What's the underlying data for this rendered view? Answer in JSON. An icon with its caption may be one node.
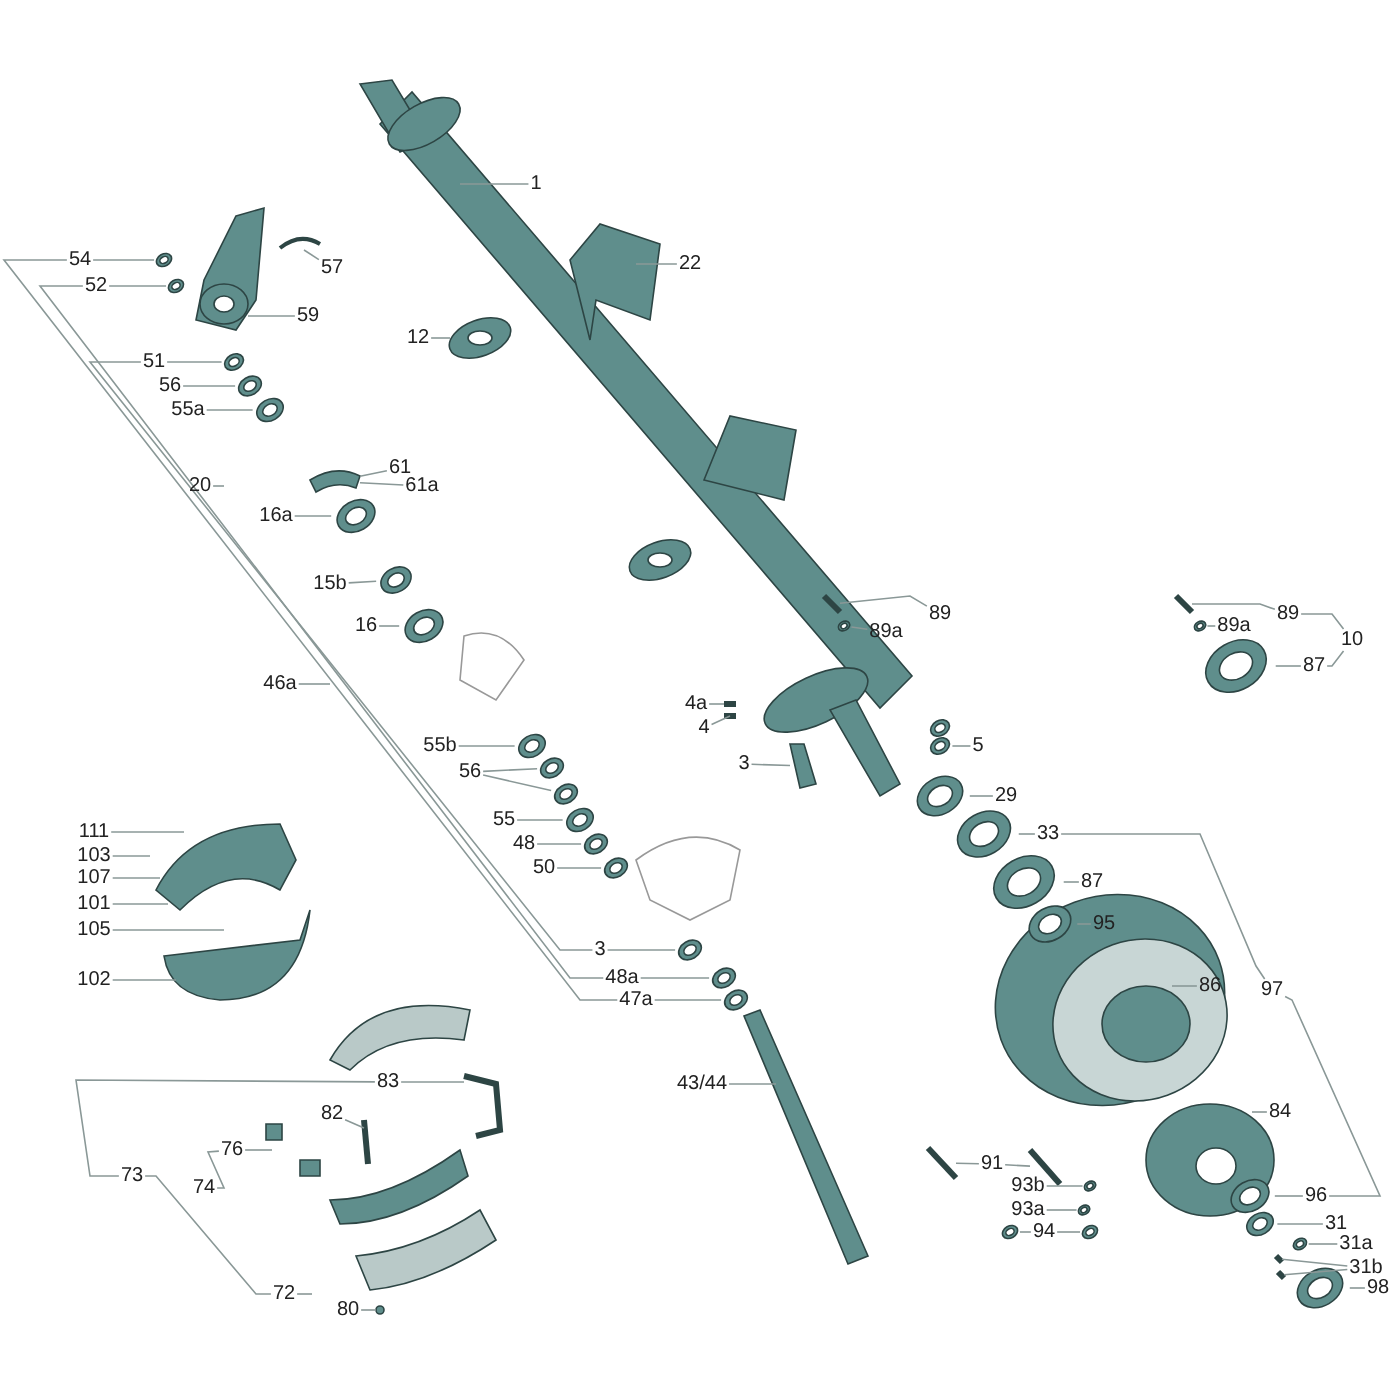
{
  "diagram": {
    "nodes": [
      {
        "text": [
          "1"
        ]
      },
      {
        "text": [
          "22"
        ]
      },
      {
        "text": [
          "12"
        ]
      },
      {
        "text": [
          "54"
        ]
      },
      {
        "text": [
          "52"
        ]
      },
      {
        "text": [
          "57"
        ]
      },
      {
        "text": [
          "59"
        ]
      },
      {
        "text": [
          "51"
        ]
      },
      {
        "text": [
          "56"
        ]
      },
      {
        "text": [
          "55a"
        ]
      },
      {
        "text": [
          "61"
        ]
      },
      {
        "text": [
          "61a"
        ]
      },
      {
        "text": [
          "20"
        ]
      },
      {
        "text": [
          "16a"
        ]
      },
      {
        "text": [
          "15b"
        ]
      },
      {
        "text": [
          "16"
        ]
      },
      {
        "text": [
          "46a"
        ]
      },
      {
        "text": [
          "89"
        ]
      },
      {
        "text": [
          "89a"
        ]
      },
      {
        "text": [
          "89"
        ]
      },
      {
        "text": [
          "89a"
        ]
      },
      {
        "text": [
          "10"
        ]
      },
      {
        "text": [
          "87"
        ]
      },
      {
        "text": [
          "4a"
        ]
      },
      {
        "text": [
          "4"
        ]
      },
      {
        "text": [
          "3"
        ]
      },
      {
        "text": [
          "5"
        ]
      },
      {
        "text": [
          "55b"
        ]
      },
      {
        "text": [
          "56"
        ]
      },
      {
        "text": [
          "55"
        ]
      },
      {
        "text": [
          "48"
        ]
      },
      {
        "text": [
          "50"
        ]
      },
      {
        "text": [
          "29"
        ]
      },
      {
        "text": [
          "33"
        ]
      },
      {
        "text": [
          "87"
        ]
      },
      {
        "text": [
          "95"
        ]
      },
      {
        "text": [
          "3"
        ]
      },
      {
        "text": [
          "48a"
        ]
      },
      {
        "text": [
          "47a"
        ]
      },
      {
        "text": [
          "86"
        ]
      },
      {
        "text": [
          "97"
        ]
      },
      {
        "text": [
          "111"
        ]
      },
      {
        "text": [
          "103"
        ]
      },
      {
        "text": [
          "107"
        ]
      },
      {
        "text": [
          "101"
        ]
      },
      {
        "text": [
          "105"
        ]
      },
      {
        "text": [
          "102"
        ]
      },
      {
        "text": [
          "83"
        ]
      },
      {
        "text": [
          "43/44"
        ]
      },
      {
        "text": [
          "82"
        ]
      },
      {
        "text": [
          "84"
        ]
      },
      {
        "text": [
          "76"
        ]
      },
      {
        "text": [
          "73"
        ]
      },
      {
        "text": [
          "74"
        ]
      },
      {
        "text": [
          "91"
        ]
      },
      {
        "text": [
          "93b"
        ]
      },
      {
        "text": [
          "93a"
        ]
      },
      {
        "text": [
          "94"
        ]
      },
      {
        "text": [
          "96"
        ]
      },
      {
        "text": [
          "31"
        ]
      },
      {
        "text": [
          "31a"
        ]
      },
      {
        "text": [
          "31b"
        ]
      },
      {
        "text": [
          "98"
        ]
      },
      {
        "text": [
          "72"
        ]
      },
      {
        "text": [
          "80"
        ]
      },
      {
        "text": [],
        "shape": "ring"
      },
      {
        "text": [],
        "shape": "ring"
      },
      {
        "text": [],
        "shape": "ring"
      },
      {
        "text": [],
        "shape": "ring"
      },
      {
        "text": [],
        "shape": "ring"
      },
      {
        "text": [],
        "shape": "ring"
      },
      {
        "text": [],
        "shape": "ring"
      },
      {
        "text": [],
        "shape": "ring"
      },
      {
        "text": [],
        "shape": "ring"
      },
      {
        "text": [],
        "shape": "ring"
      },
      {
        "text": [],
        "shape": "ring"
      },
      {
        "text": [],
        "shape": "ring"
      },
      {
        "text": [],
        "shape": "ring"
      },
      {
        "text": [],
        "shape": "ring"
      },
      {
        "text": [],
        "shape": "ring"
      },
      {
        "text": [],
        "shape": "ring"
      },
      {
        "text": [],
        "shape": "ring"
      },
      {
        "text": [],
        "shape": "ring"
      },
      {
        "text": [],
        "shape": "ring"
      },
      {
        "text": [],
        "shape": "ring"
      },
      {
        "text": [],
        "shape": "ring"
      },
      {
        "text": [],
        "shape": "ring"
      },
      {
        "text": [],
        "shape": "ring"
      },
      {
        "text": [],
        "shape": "ring"
      },
      {
        "text": [],
        "shape": "ring"
      },
      {
        "text": [],
        "shape": "ring"
      },
      {
        "text": [],
        "shape": "ring"
      },
      {
        "text": [],
        "shape": "ring"
      },
      {
        "text": [],
        "shape": "ring"
      },
      {
        "text": [],
        "shape": "ring"
      },
      {
        "text": [],
        "shape": "ring"
      },
      {
        "text": [],
        "shape": "ring"
      },
      {
        "text": [],
        "shape": "ring"
      },
      {
        "text": [],
        "shape": "ring"
      },
      {
        "text": [],
        "shape": "bolt"
      },
      {
        "text": [],
        "shape": "bolt"
      },
      {
        "text": [],
        "shape": "bolt"
      },
      {
        "text": [],
        "shape": "bolt"
      },
      {
        "text": [],
        "shape": "cylinder"
      },
      {
        "text": [],
        "shape": "bolt"
      },
      {
        "text": [],
        "shape": "bolt"
      },
      {
        "text": [],
        "shape": "clip"
      },
      {
        "text": [],
        "shape": "pin"
      },
      {
        "text": [],
        "shape": "pin"
      }
    ],
    "edges": [
      {
        "from": 0,
        "to": null,
        "arrow": "none"
      },
      {
        "from": 1,
        "to": null,
        "arrow": "none"
      },
      {
        "from": 2,
        "to": null,
        "arrow": "none"
      },
      {
        "from": 3,
        "to": 65,
        "arrow": "none"
      },
      {
        "from": 4,
        "to": 66,
        "arrow": "none"
      },
      {
        "from": 5,
        "to": null,
        "arrow": "none"
      },
      {
        "from": 6,
        "to": null,
        "arrow": "none"
      },
      {
        "from": 7,
        "to": 67,
        "arrow": "none"
      },
      {
        "from": 8,
        "to": 68,
        "arrow": "none"
      },
      {
        "from": 9,
        "to": 69,
        "arrow": "none"
      },
      {
        "from": 10,
        "to": 106,
        "arrow": "none"
      },
      {
        "from": 11,
        "to": 106,
        "arrow": "none"
      },
      {
        "from": 12,
        "to": null,
        "arrow": "none"
      },
      {
        "from": 13,
        "to": 70,
        "arrow": "none"
      },
      {
        "from": 14,
        "to": 71,
        "arrow": "none"
      },
      {
        "from": 15,
        "to": 72,
        "arrow": "none"
      },
      {
        "from": 16,
        "to": null,
        "arrow": "none"
      },
      {
        "from": 17,
        "to": 99,
        "arrow": "none"
      },
      {
        "from": 18,
        "to": 92,
        "arrow": "none"
      },
      {
        "from": 19,
        "to": 100,
        "arrow": "none"
      },
      {
        "from": 20,
        "to": 93,
        "arrow": "none"
      },
      {
        "from": 22,
        "to": 91,
        "arrow": "none"
      },
      {
        "from": 23,
        "to": 101,
        "arrow": "none"
      },
      {
        "from": 24,
        "to": 102,
        "arrow": "none"
      },
      {
        "from": 25,
        "to": 103,
        "arrow": "none"
      },
      {
        "from": 26,
        "to": 82,
        "arrow": "none"
      },
      {
        "from": 27,
        "to": 73,
        "arrow": "none"
      },
      {
        "from": 28,
        "to": 74,
        "arrow": "none"
      },
      {
        "from": 28,
        "to": 75,
        "arrow": "none"
      },
      {
        "from": 29,
        "to": 76,
        "arrow": "none"
      },
      {
        "from": 30,
        "to": 77,
        "arrow": "none"
      },
      {
        "from": 31,
        "to": 78,
        "arrow": "none"
      },
      {
        "from": 32,
        "to": 84,
        "arrow": "none"
      },
      {
        "from": 33,
        "to": 85,
        "arrow": "none"
      },
      {
        "from": 34,
        "to": 86,
        "arrow": "none"
      },
      {
        "from": 35,
        "to": 87,
        "arrow": "none"
      },
      {
        "from": 36,
        "to": 79,
        "arrow": "none"
      },
      {
        "from": 37,
        "to": 80,
        "arrow": "none"
      },
      {
        "from": 38,
        "to": 81,
        "arrow": "none"
      },
      {
        "from": 39,
        "to": null,
        "arrow": "none"
      },
      {
        "from": 41,
        "to": null,
        "arrow": "none"
      },
      {
        "from": 42,
        "to": null,
        "arrow": "none"
      },
      {
        "from": 43,
        "to": null,
        "arrow": "none"
      },
      {
        "from": 44,
        "to": null,
        "arrow": "none"
      },
      {
        "from": 45,
        "to": null,
        "arrow": "none"
      },
      {
        "from": 46,
        "to": null,
        "arrow": "none"
      },
      {
        "from": 47,
        "to": null,
        "arrow": "none"
      },
      {
        "from": 48,
        "to": null,
        "arrow": "none"
      },
      {
        "from": 49,
        "to": null,
        "arrow": "none"
      },
      {
        "from": 50,
        "to": null,
        "arrow": "none"
      },
      {
        "from": 51,
        "to": null,
        "arrow": "none"
      },
      {
        "from": 54,
        "to": 104,
        "arrow": "none"
      },
      {
        "from": 54,
        "to": 105,
        "arrow": "none"
      },
      {
        "from": 55,
        "to": 94,
        "arrow": "none"
      },
      {
        "from": 56,
        "to": 95,
        "arrow": "none"
      },
      {
        "from": 57,
        "to": 96,
        "arrow": "none"
      },
      {
        "from": 57,
        "to": 97,
        "arrow": "none"
      },
      {
        "from": 58,
        "to": 88,
        "arrow": "none"
      },
      {
        "from": 59,
        "to": 89,
        "arrow": "none"
      },
      {
        "from": 60,
        "to": 98,
        "arrow": "none"
      },
      {
        "from": 61,
        "to": 107,
        "arrow": "none"
      },
      {
        "from": 61,
        "to": 108,
        "arrow": "none"
      },
      {
        "from": 62,
        "to": 90,
        "arrow": "none"
      },
      {
        "from": 63,
        "to": null,
        "arrow": "none"
      },
      {
        "from": 64,
        "to": null,
        "arrow": "none"
      },
      {
        "from": 3,
        "to": 38,
        "arrow": "none"
      },
      {
        "from": 4,
        "to": 37,
        "arrow": "none"
      },
      {
        "from": 7,
        "to": 36,
        "arrow": "none"
      },
      {
        "from": 52,
        "to": 47,
        "arrow": "none"
      },
      {
        "from": 52,
        "to": 63,
        "arrow": "none"
      },
      {
        "from": 53,
        "to": 51,
        "arrow": "none"
      },
      {
        "from": 19,
        "to": 21,
        "arrow": "none"
      },
      {
        "from": 22,
        "to": 21,
        "arrow": "none"
      },
      {
        "from": 33,
        "to": 40,
        "arrow": "none"
      },
      {
        "from": 40,
        "to": 58,
        "arrow": "none"
      }
    ]
  }
}
